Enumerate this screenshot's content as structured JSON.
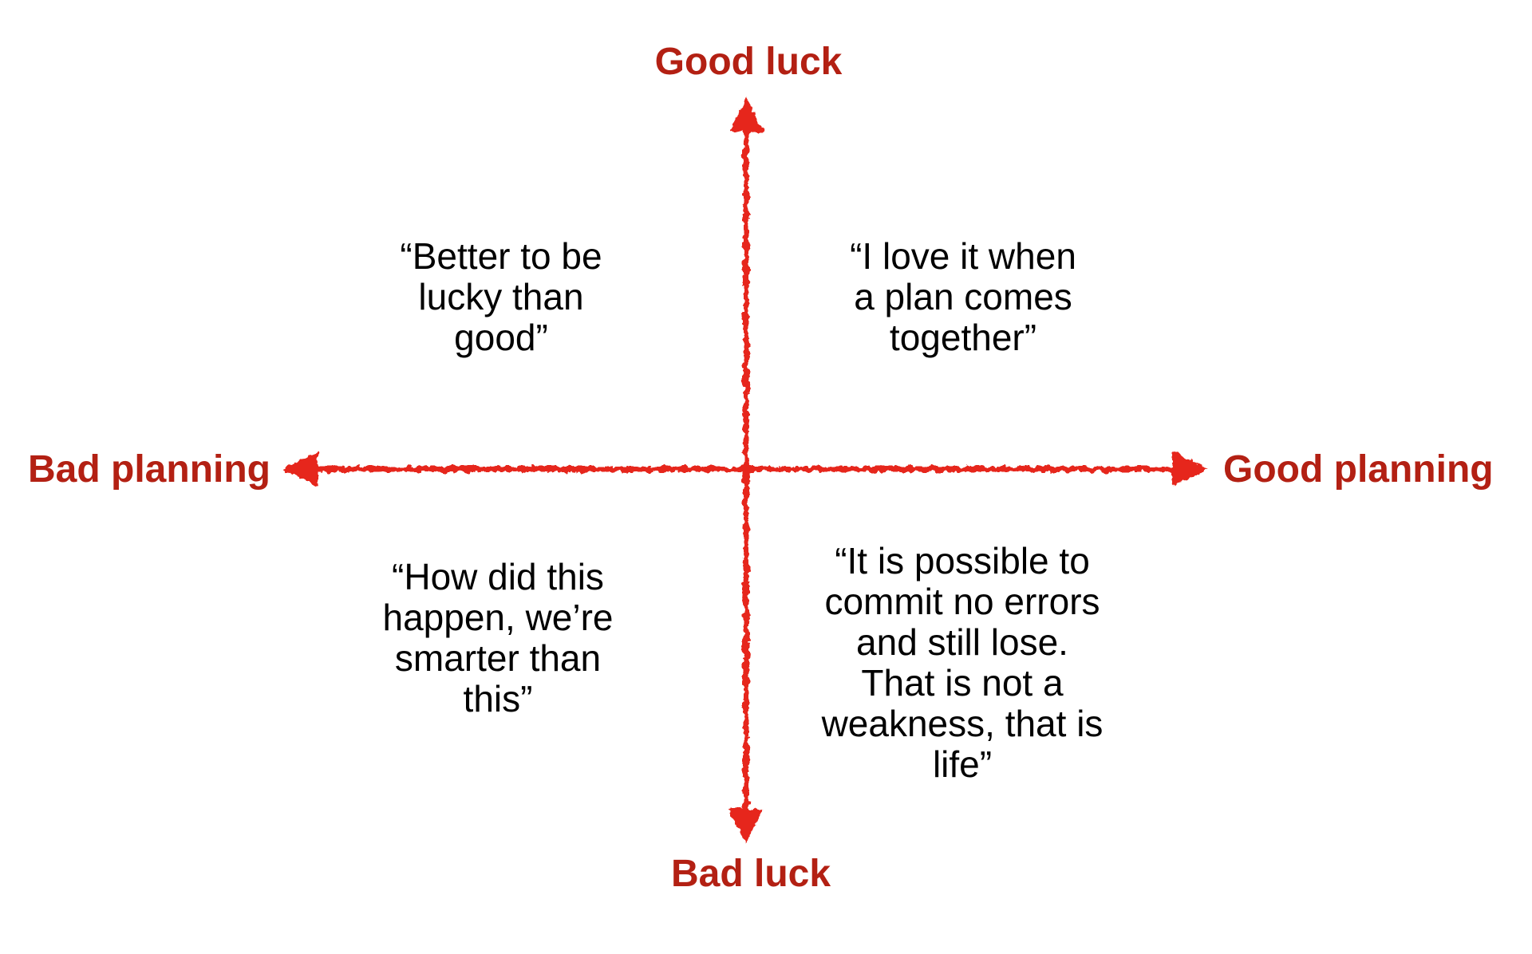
{
  "diagram": {
    "type": "quadrant-matrix",
    "axes": {
      "y_positive": "Good luck",
      "y_negative": "Bad luck",
      "x_negative": "Bad planning",
      "x_positive": "Good planning"
    },
    "quadrants": {
      "top_left": "“Better to be\nlucky than\ngood”",
      "top_right": "“I love it when\na plan comes\ntogether”",
      "bottom_left": "“How did this\nhappen, we’re\nsmarter than\nthis”",
      "bottom_right": "“It is possible to\ncommit no errors\nand still lose.\nThat is not a\nweakness, that is\nlife”"
    }
  },
  "colors": {
    "axis_label_color": "#b32013",
    "arrow_color": "#e6281c",
    "quote_color": "#000000",
    "bg_color": "#ffffff"
  }
}
